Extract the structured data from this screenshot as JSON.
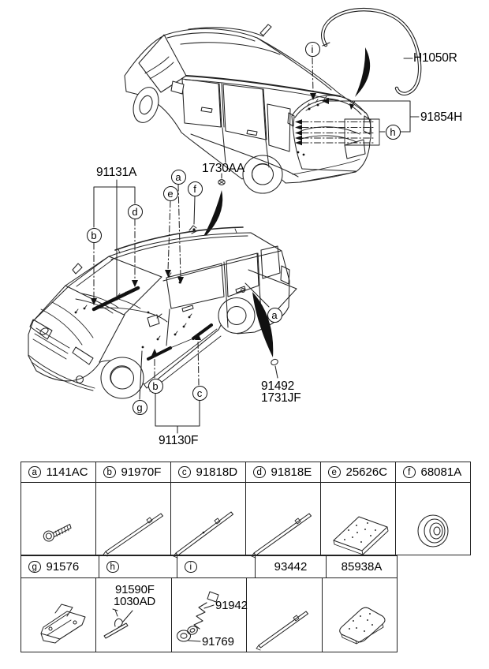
{
  "callouts": {
    "a": "a",
    "b": "b",
    "c": "c",
    "d": "d",
    "e": "e",
    "f": "f",
    "g": "g",
    "h": "h",
    "i": "i"
  },
  "labels": {
    "h1050r": "H1050R",
    "p91854h": "91854H",
    "p1730aa": "1730AA",
    "p91131a": "91131A",
    "p91130f": "91130F",
    "p91492": "91492",
    "p1731jf": "1731JF"
  },
  "table": {
    "row1": [
      {
        "letter": "a",
        "part": "1141AC"
      },
      {
        "letter": "b",
        "part": "91970F"
      },
      {
        "letter": "c",
        "part": "91818D"
      },
      {
        "letter": "d",
        "part": "91818E"
      },
      {
        "letter": "e",
        "part": "25626C"
      },
      {
        "letter": "f",
        "part": "68081A"
      }
    ],
    "row2": [
      {
        "letter": "g",
        "part": "91576"
      },
      {
        "letter": "h",
        "part": ""
      },
      {
        "letter": "i",
        "part": ""
      },
      {
        "letter": "",
        "part": "93442"
      },
      {
        "letter": "",
        "part": "85938A"
      }
    ],
    "h_cell_labels": [
      "91590F",
      "1030AD"
    ],
    "i_cell_labels": [
      "91942",
      "91769"
    ]
  }
}
